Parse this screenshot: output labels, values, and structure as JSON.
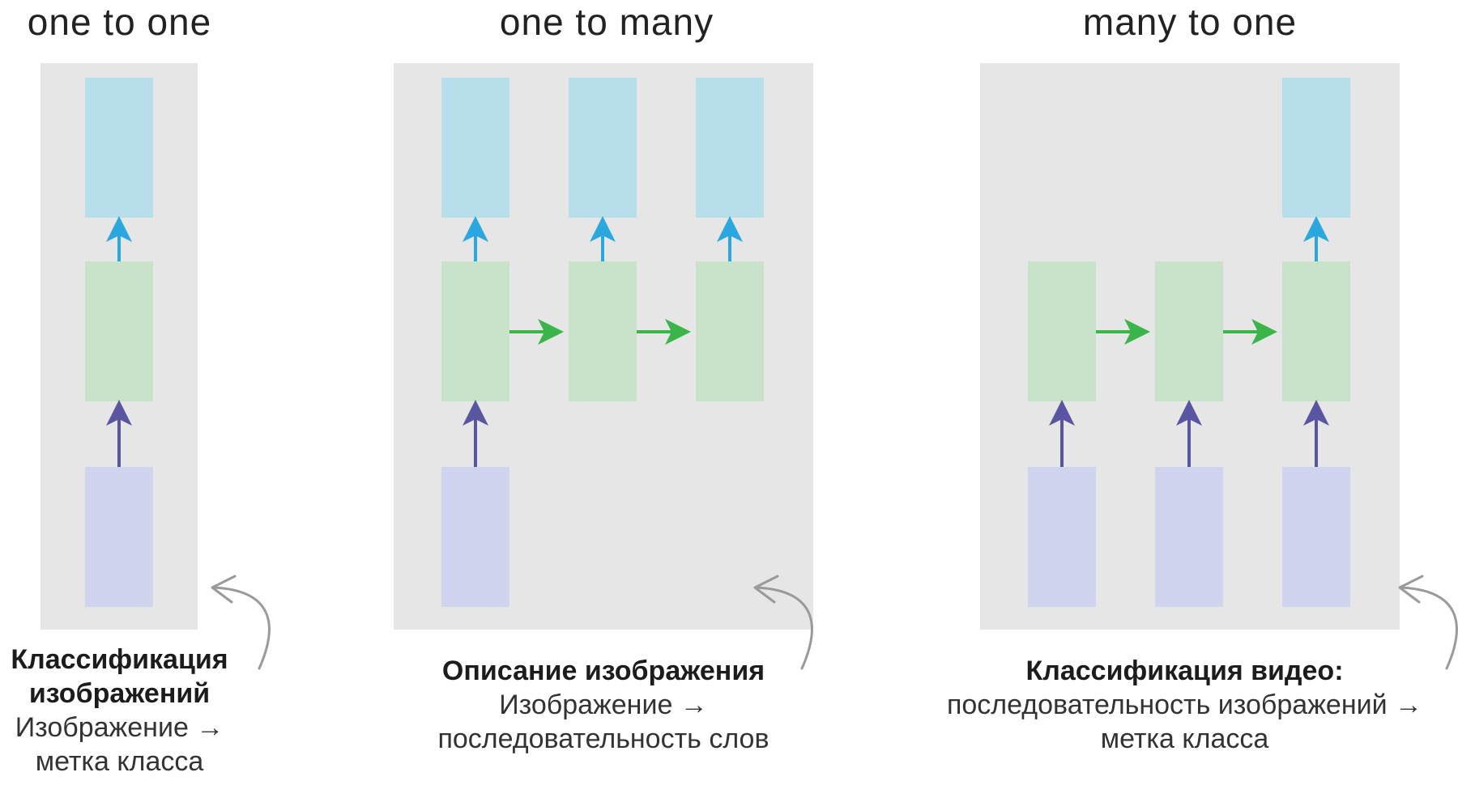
{
  "colors": {
    "panel_bg": "#e6e6e6",
    "output_box": "#b7dfeb",
    "hidden_box": "#c9e3cb",
    "input_box": "#d0d4ee",
    "output_arrow": "#2aa7df",
    "recurrent_arrow": "#3bb54a",
    "input_arrow": "#5a55a1",
    "curve_arrow": "#9a9a9a"
  },
  "panels": [
    {
      "title": "one to one",
      "caption_bold": "Классификация изображений",
      "caption_lines": [
        "Изображение →",
        "метка класса"
      ]
    },
    {
      "title": "one to many",
      "caption_bold": "Описание изображения",
      "caption_lines": [
        "Изображение →",
        "последовательность слов"
      ]
    },
    {
      "title": "many to one",
      "caption_bold": "Классификация видео:",
      "caption_lines": [
        "последовательность изображений →",
        "метка класса"
      ]
    }
  ]
}
